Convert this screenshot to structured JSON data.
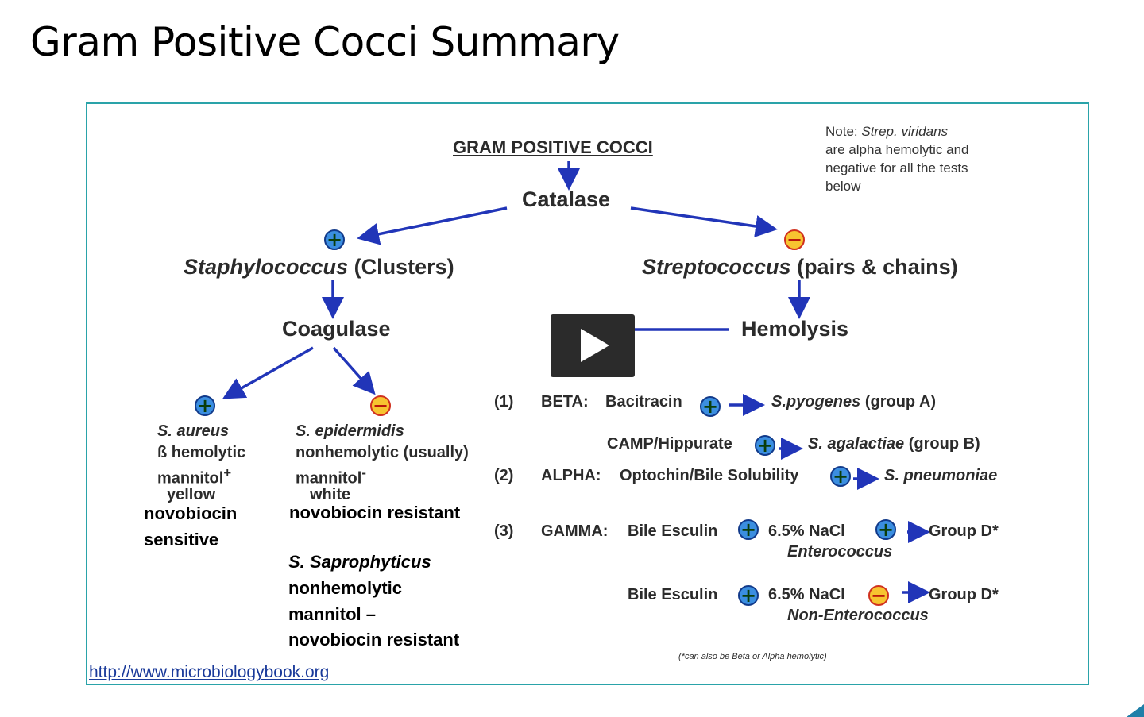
{
  "slide": {
    "title": "Gram Positive Cocci Summary"
  },
  "diagram": {
    "header": "GRAM POSITIVE COCCI",
    "note": [
      "Note:",
      "Strep. viridans",
      "are alpha hemolytic and",
      "negative for all the tests",
      "below"
    ],
    "catalase": "Catalase",
    "staph": {
      "genus": "Staphylococcus",
      "shape": "(Clusters)"
    },
    "strep": {
      "genus": "Streptococcus",
      "shape": "(pairs & chains)"
    },
    "coagulase": "Coagulase",
    "hemolysis": "Hemolysis",
    "aureus": {
      "name": "S. aureus",
      "hemolysis": "ß hemolytic",
      "mannitol": "mannitol",
      "mannitol_sign": "+",
      "color": "yellow",
      "novobiocin_1": "novobiocin",
      "novobiocin_2": "sensitive"
    },
    "epidermidis": {
      "name": "S. epidermidis",
      "hemolysis": "nonhemolytic (usually)",
      "mannitol": "mannitol",
      "mannitol_sign": "-",
      "color": "white",
      "novobiocin": "novobiocin resistant"
    },
    "saprophyticus": {
      "name": "S. Saprophyticus",
      "hemolysis": "nonhemolytic",
      "mannitol": "mannitol –",
      "novobiocin": "novobiocin resistant"
    },
    "beta": {
      "num": "(1)",
      "label": "BETA:",
      "test": "Bacitracin",
      "result_species": "S.pyogenes",
      "result_group": "(group A)",
      "test2": "CAMP/Hippurate",
      "result2_species": "S. agalactiae",
      "result2_group": "(group B)"
    },
    "alpha": {
      "num": "(2)",
      "label": "ALPHA:",
      "test": "Optochin/Bile Solubility",
      "result": "S. pneumoniae"
    },
    "gamma": {
      "num": "(3)",
      "label": "GAMMA:",
      "test1": "Bile Esculin",
      "test2": "6.5% NaCl",
      "result": "Group D*",
      "result_genus": "Enterococcus",
      "b_test1": "Bile Esculin",
      "b_test2": "6.5% NaCl",
      "b_result": "Group D*",
      "b_result_genus": "Non-Enterococcus"
    },
    "footnote": "(*can also be Beta or Alpha hemolytic)",
    "link": "http://www.microbiologybook.org"
  },
  "signs": {
    "positive": "+",
    "negative": "−"
  },
  "colors": {
    "arrow": "#2135b8",
    "frame": "#2aa3a9",
    "positive": "#3b8ee0",
    "negative": "#f7c430"
  }
}
